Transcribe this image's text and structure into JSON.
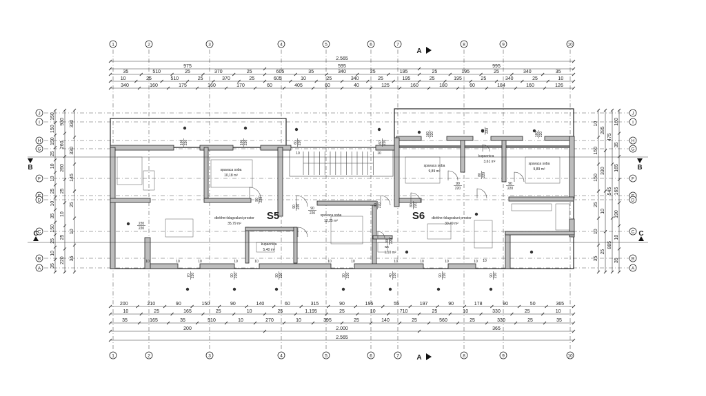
{
  "units": [
    "S5",
    "S6"
  ],
  "columns": [
    "1",
    "2",
    "3",
    "4",
    "5",
    "6",
    "7",
    "8",
    "9",
    "10"
  ],
  "rows": [
    "J",
    "I",
    "H",
    "G",
    "F",
    "E",
    "D",
    "C",
    "B",
    "A"
  ],
  "sections": {
    "vertical": "A",
    "horizontal": [
      "B",
      "C"
    ]
  },
  "top_dims": [
    [
      "2.565"
    ],
    [
      "975",
      "595",
      "995"
    ],
    [
      "35",
      "510",
      "25",
      "370",
      "25",
      "605",
      "35",
      "340",
      "25",
      "195",
      "25",
      "195",
      "25",
      "340",
      "35"
    ],
    [
      "10",
      "25",
      "510",
      "25",
      "370",
      "25",
      "605",
      "10",
      "25",
      "340",
      "25",
      "195",
      "25",
      "195",
      "25",
      "340",
      "25",
      "10"
    ],
    [
      "340",
      "160",
      "175",
      "160",
      "170",
      "60",
      "405",
      "60",
      "40",
      "125",
      "160",
      "180",
      "60",
      "184",
      "160",
      "126"
    ]
  ],
  "bottom_dims": [
    [
      "200",
      "210",
      "90",
      "150",
      "90",
      "140",
      "60",
      "315",
      "90",
      "195",
      "55",
      "197",
      "90",
      "178",
      "90",
      "50",
      "365"
    ],
    [
      "10",
      "25",
      "165",
      "25",
      "10",
      "25",
      "1.195",
      "25",
      "10",
      "710",
      "25",
      "10",
      "330",
      "25",
      "10"
    ],
    [
      "35",
      "165",
      "35",
      "510",
      "10",
      "270",
      "10",
      "395",
      "25",
      "140",
      "25",
      "560",
      "25",
      "330",
      "25",
      "35"
    ],
    [
      "200",
      "2.000",
      "365"
    ],
    [
      "2.565"
    ]
  ],
  "left_dims": [
    [
      "150",
      "150",
      "150",
      "25",
      "10",
      "10",
      "25",
      "10",
      "35",
      "150",
      "25",
      "10",
      "35"
    ],
    [
      "930",
      "260",
      "260",
      "25",
      "10",
      "25",
      "220"
    ],
    [
      "330",
      "330",
      "145",
      "25",
      "10",
      "35"
    ]
  ],
  "right_dims": [
    [
      "10",
      "150",
      "150",
      "25",
      "10",
      "35"
    ],
    [
      "285",
      "330",
      "10",
      "25"
    ],
    [
      "475",
      "545",
      "885"
    ],
    [
      "160",
      "35",
      "165",
      "165",
      "190",
      "10",
      "35"
    ]
  ],
  "rooms": [
    {
      "name": "spavaca soba",
      "area": "10,18 m²"
    },
    {
      "name": "dbrkhn+blagvaluni prostor",
      "area": "35,79 m²"
    },
    {
      "name": "kupaonica",
      "area": "5,40 m²"
    },
    {
      "name": "spavaca soba",
      "area": "12,25 m²"
    },
    {
      "name": "spavaca soba",
      "area": "9,89 m²"
    },
    {
      "name": "kupaonica",
      "area": "3,61 m²"
    },
    {
      "name": "spavaca soba",
      "area": "9,89 m²"
    },
    {
      "name": "dbrkhn+blagvaluni prostor",
      "area": "30,49 m²"
    },
    {
      "name": "wc",
      "area": "1,10 m²"
    }
  ],
  "openings": [
    "160/220",
    "160/220",
    "60/220",
    "60/220",
    "90/220",
    "90/220",
    "90/220",
    "80/220",
    "160/220",
    "60/220",
    "160/220",
    "90/220",
    "90/220",
    "80/220",
    "90/220",
    "90/220",
    "70/220",
    "90/220",
    "90/220",
    "90/220",
    "90/220",
    "40/220",
    "90/220",
    "220/220"
  ],
  "wall_marks": [
    "10",
    "10",
    "10",
    "10",
    "10",
    "10",
    "10",
    "10",
    "10",
    "10",
    "10",
    "10",
    "10",
    "10"
  ]
}
